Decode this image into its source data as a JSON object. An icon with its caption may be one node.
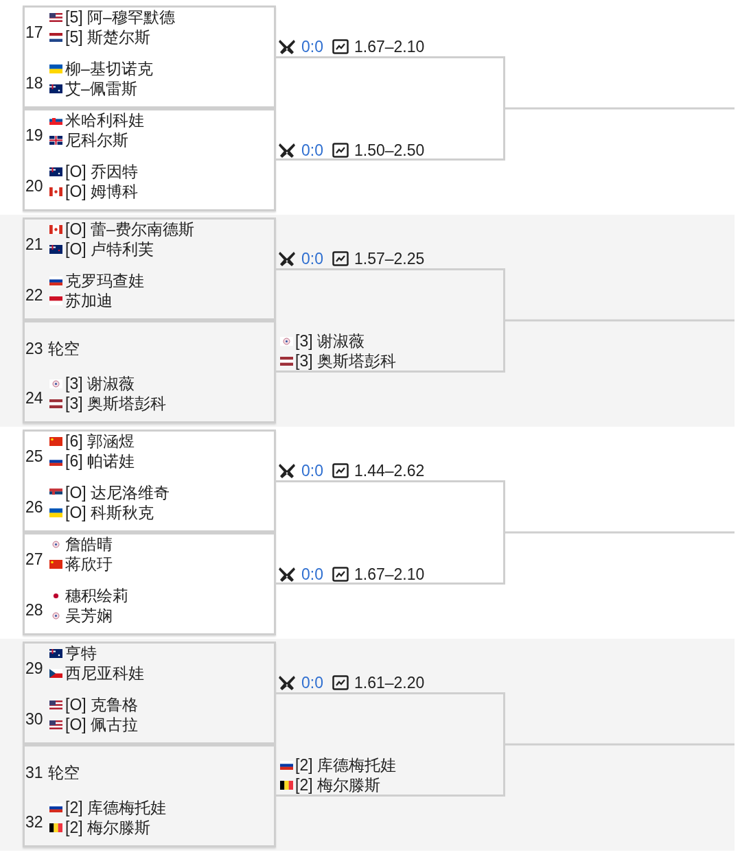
{
  "diagram": {
    "nodes": [
      {
        "text": [
          "17",
          "[5] 阿–穆罕默德",
          "[5] 斯楚尔斯",
          "18",
          "柳–基切诺克",
          "艾–佩雷斯"
        ]
      },
      {
        "text": [
          "19",
          "米哈利科娃",
          "尼科尔斯",
          "20",
          "[O] 乔因特",
          "[O] 姆博科"
        ]
      },
      {
        "text": [
          "0:0",
          "1.67–2.10",
          "0:0",
          "1.50–2.50"
        ]
      },
      {
        "text": [
          "21",
          "[O] 蕾–费尔南德斯",
          "[O] 卢特利芙",
          "22",
          "克罗玛查娃",
          "苏加迪"
        ]
      },
      {
        "text": [
          "23",
          "轮空",
          "24",
          "[3] 谢淑薇",
          "[3] 奥斯塔彭科"
        ]
      },
      {
        "text": [
          "0:0",
          "1.57–2.25",
          "[3] 谢淑薇",
          "[3] 奥斯塔彭科"
        ]
      },
      {
        "text": [
          "25",
          "[6] 郭涵煜",
          "[6] 帕诺娃",
          "26",
          "[O] 达尼洛维奇",
          "[O] 科斯秋克"
        ]
      },
      {
        "text": [
          "27",
          "詹皓晴",
          "蒋欣玗",
          "28",
          "穗积绘莉",
          "吴芳娴"
        ]
      },
      {
        "text": [
          "0:0",
          "1.44–2.62",
          "0:0",
          "1.67–2.10"
        ]
      },
      {
        "text": [
          "29",
          "亨特",
          "西尼亚科娃",
          "30",
          "[O] 克鲁格",
          "[O] 佩古拉"
        ]
      },
      {
        "text": [
          "31",
          "轮空",
          "32",
          "[2] 库德梅托娃",
          "[2] 梅尔滕斯"
        ]
      },
      {
        "text": [
          "0:0",
          "1.61–2.20",
          "[2] 库德梅托娃",
          "[2] 梅尔滕斯"
        ]
      }
    ],
    "edges": [
      {
        "from": 2,
        "to": null,
        "arrow": "none"
      },
      {
        "from": 5,
        "to": null,
        "arrow": "none"
      },
      {
        "from": 8,
        "to": null,
        "arrow": "none"
      },
      {
        "from": 11,
        "to": null,
        "arrow": "none"
      }
    ]
  }
}
